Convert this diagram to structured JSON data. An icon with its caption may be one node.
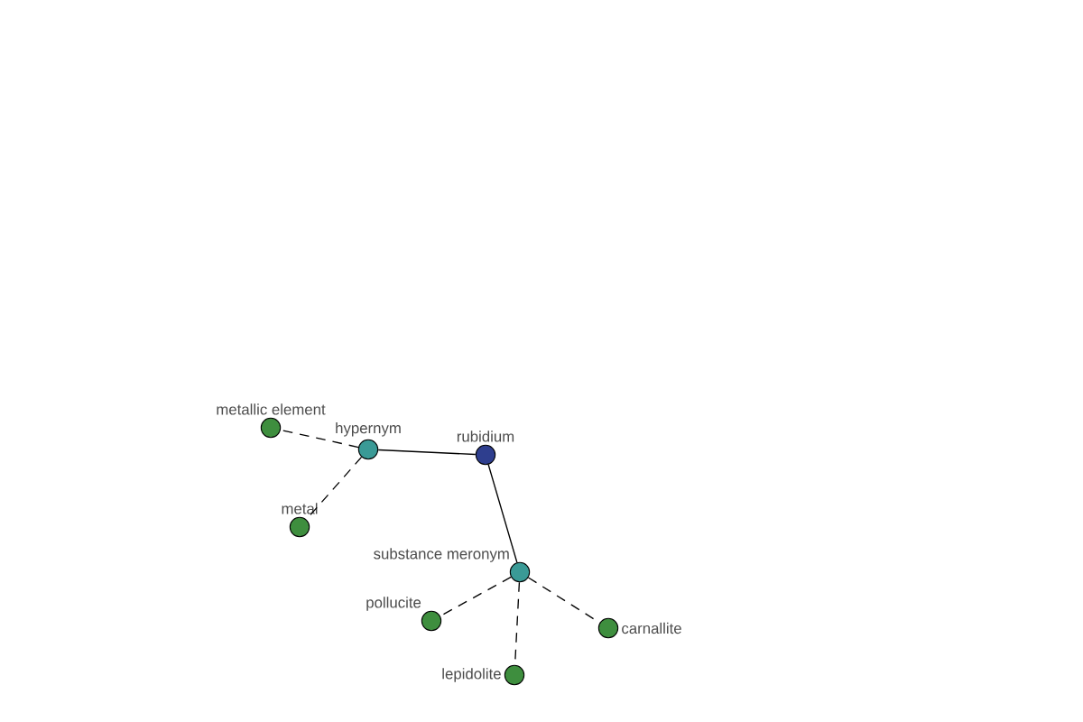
{
  "diagram": {
    "nodes": [
      {
        "text": [
          "metallic element"
        ]
      },
      {
        "text": [
          "hypernym"
        ]
      },
      {
        "text": [
          "rubidium"
        ]
      },
      {
        "text": [
          "metal"
        ]
      },
      {
        "text": [
          "substance meronym"
        ]
      },
      {
        "text": [
          "pollucite"
        ]
      },
      {
        "text": [
          "carnallite"
        ]
      },
      {
        "text": [
          "lepidolite"
        ]
      }
    ],
    "edges": [
      {
        "from": 1,
        "to": 2,
        "arrow": "none"
      },
      {
        "from": 2,
        "to": 4,
        "arrow": "none"
      },
      {
        "from": 1,
        "to": 0,
        "arrow": "none",
        "style": "dashed"
      },
      {
        "from": 1,
        "to": 3,
        "arrow": "none",
        "style": "dashed"
      },
      {
        "from": 4,
        "to": 5,
        "arrow": "none",
        "style": "dashed"
      },
      {
        "from": 4,
        "to": 6,
        "arrow": "none",
        "style": "dashed"
      },
      {
        "from": 4,
        "to": 7,
        "arrow": "none",
        "style": "dashed"
      }
    ]
  }
}
